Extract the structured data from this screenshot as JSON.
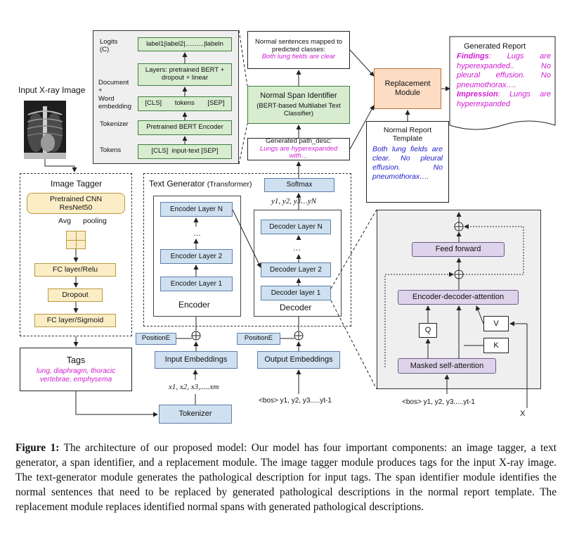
{
  "tokenizer_panel": {
    "logits": "Logits\n(C)",
    "labels": "label1|label2|..........|labeln",
    "doc_word_emb": "Document\n+\nWord\nembedding",
    "layers": "Layers: pretrained BERT +\ndropout + linear",
    "cls_row": [
      "[CLS]",
      "tokens",
      "[SEP]"
    ],
    "tokenizer_label": "Tokenizer",
    "bert_encoder": "Pretrained BERT Encoder",
    "tokens_label": "Tokens",
    "input_tokens": "[CLS]  input-text [SEP]"
  },
  "normal_sentences": {
    "text": "Normal sentences mapped to predicted classes:",
    "example": "Both lung fields are clear"
  },
  "span_identifier": {
    "title": "Normal Span Identifier",
    "subtitle": "(BERT-based Multilabel Text Classifier)"
  },
  "path_desc": {
    "text": "Generated path_desc:",
    "example": "Lungs are hyperexpanded with…"
  },
  "replacement": {
    "label": "Replacement\nModule"
  },
  "generated_report": {
    "title": "Generated Report",
    "findings_label": "Findings",
    "findings_text": "Lugs are hyperexpanded.. No pleural effusion. No pneumothorax….",
    "impression_label": "Impression",
    "impression_text": "Lungs are hyperexpanded"
  },
  "template": {
    "title": "Normal Report\nTemplate",
    "text": "Both lung fields are clear. No pleural effusion. No pneumothorax…."
  },
  "xray_label": "Input X-ray Image",
  "image_tagger": {
    "title": "Image Tagger",
    "cnn": "Pretrained CNN\nResNet50",
    "avg": "Avg",
    "pooling": "pooling",
    "fc1": "FC layer/Relu",
    "dropout": "Dropout",
    "fc2": "FC layer/Sigmoid"
  },
  "tags": {
    "title": "Tags",
    "text": "lung, diaphragm, thoracic vertebrae, emphysema"
  },
  "tokenizer_bottom": "Tokenizer",
  "text_generator": {
    "title": "Text Generator",
    "subtitle": "(Transformer)",
    "softmax": "Softmax",
    "outputs": "y1, y2, y3…yN",
    "enc_n": "Encoder Layer N",
    "enc_dots": "…",
    "enc_2": "Encoder Layer 2",
    "enc_1": "Encoder Layer 1",
    "encoder": "Encoder",
    "dec_n": "Decoder Layer N",
    "dec_dots": "…",
    "dec_2": "Decoder Layer 2",
    "dec_1": "Decoder layer 1",
    "decoder": "Decoder",
    "pos_enc": "PositionE",
    "pos_dec": "PositionE",
    "input_emb": "Input Embeddings",
    "output_emb": "Output Embeddings",
    "input_seq": "x1, x2, x3,.....xm",
    "output_seq": "<bos> y1, y2, y3.....yt-1"
  },
  "decoder_detail": {
    "feed_forward": "Feed forward",
    "enc_dec_attn": "Encoder-decoder-attention",
    "q": "Q",
    "k": "K",
    "v": "V",
    "masked": "Masked self-attention",
    "input_seq": "<bos> y1, y2, y3.....yt-1",
    "x": "X"
  },
  "caption": {
    "label": "Figure 1:",
    "text": " The architecture of our proposed model: Our model has four important components: an image tagger, a text generator, a span identifier, and a replacement module. The image tagger module produces tags for the input X-ray image. The text-generator module generates the pathological description for input tags. The span identifier module identifies the normal sentences that need to be replaced by generated pathological descriptions in the normal report template. The replacement module replaces identified normal spans with generated pathological descriptions."
  }
}
